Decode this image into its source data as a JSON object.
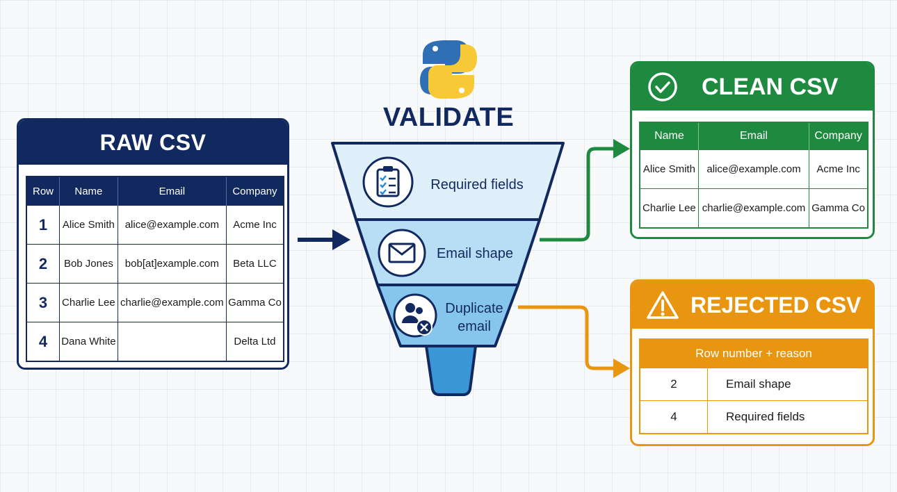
{
  "raw": {
    "title": "RAW CSV",
    "columns": [
      "Row",
      "Name",
      "Email",
      "Company"
    ],
    "rows": [
      {
        "row": "1",
        "name": "Alice Smith",
        "email": "alice@example.com",
        "company": "Acme Inc"
      },
      {
        "row": "2",
        "name": "Bob Jones",
        "email": "bob[at]example.com",
        "company": "Beta LLC"
      },
      {
        "row": "3",
        "name": "Charlie Lee",
        "email": "charlie@example.com",
        "company": "Gamma Co"
      },
      {
        "row": "4",
        "name": "Dana White",
        "email": "",
        "company": "Delta Ltd"
      }
    ]
  },
  "validate": {
    "title": "VALIDATE",
    "steps": [
      {
        "label": "Required fields",
        "icon": "clipboard-checklist-icon"
      },
      {
        "label": "Email shape",
        "icon": "envelope-icon"
      },
      {
        "label": "Duplicate email",
        "icon": "users-x-icon"
      }
    ],
    "logo": "python-logo"
  },
  "clean": {
    "title": "CLEAN CSV",
    "icon": "check-circle-icon",
    "columns": [
      "Name",
      "Email",
      "Company"
    ],
    "rows": [
      {
        "name": "Alice Smith",
        "email": "alice@example.com",
        "company": "Acme Inc"
      },
      {
        "name": "Charlie Lee",
        "email": "charlie@example.com",
        "company": "Gamma Co"
      }
    ]
  },
  "rejected": {
    "title": "REJECTED CSV",
    "icon": "warning-triangle-icon",
    "header": "Row number + reason",
    "rows": [
      {
        "row": "2",
        "reason": "Email shape"
      },
      {
        "row": "4",
        "reason": "Required fields"
      }
    ]
  },
  "colors": {
    "navy": "#11295e",
    "green": "#1e8a3f",
    "orange": "#e8950f",
    "funnel_light": "#dff0fb",
    "funnel_mid": "#b8def5",
    "funnel_dark": "#86c6ec"
  }
}
